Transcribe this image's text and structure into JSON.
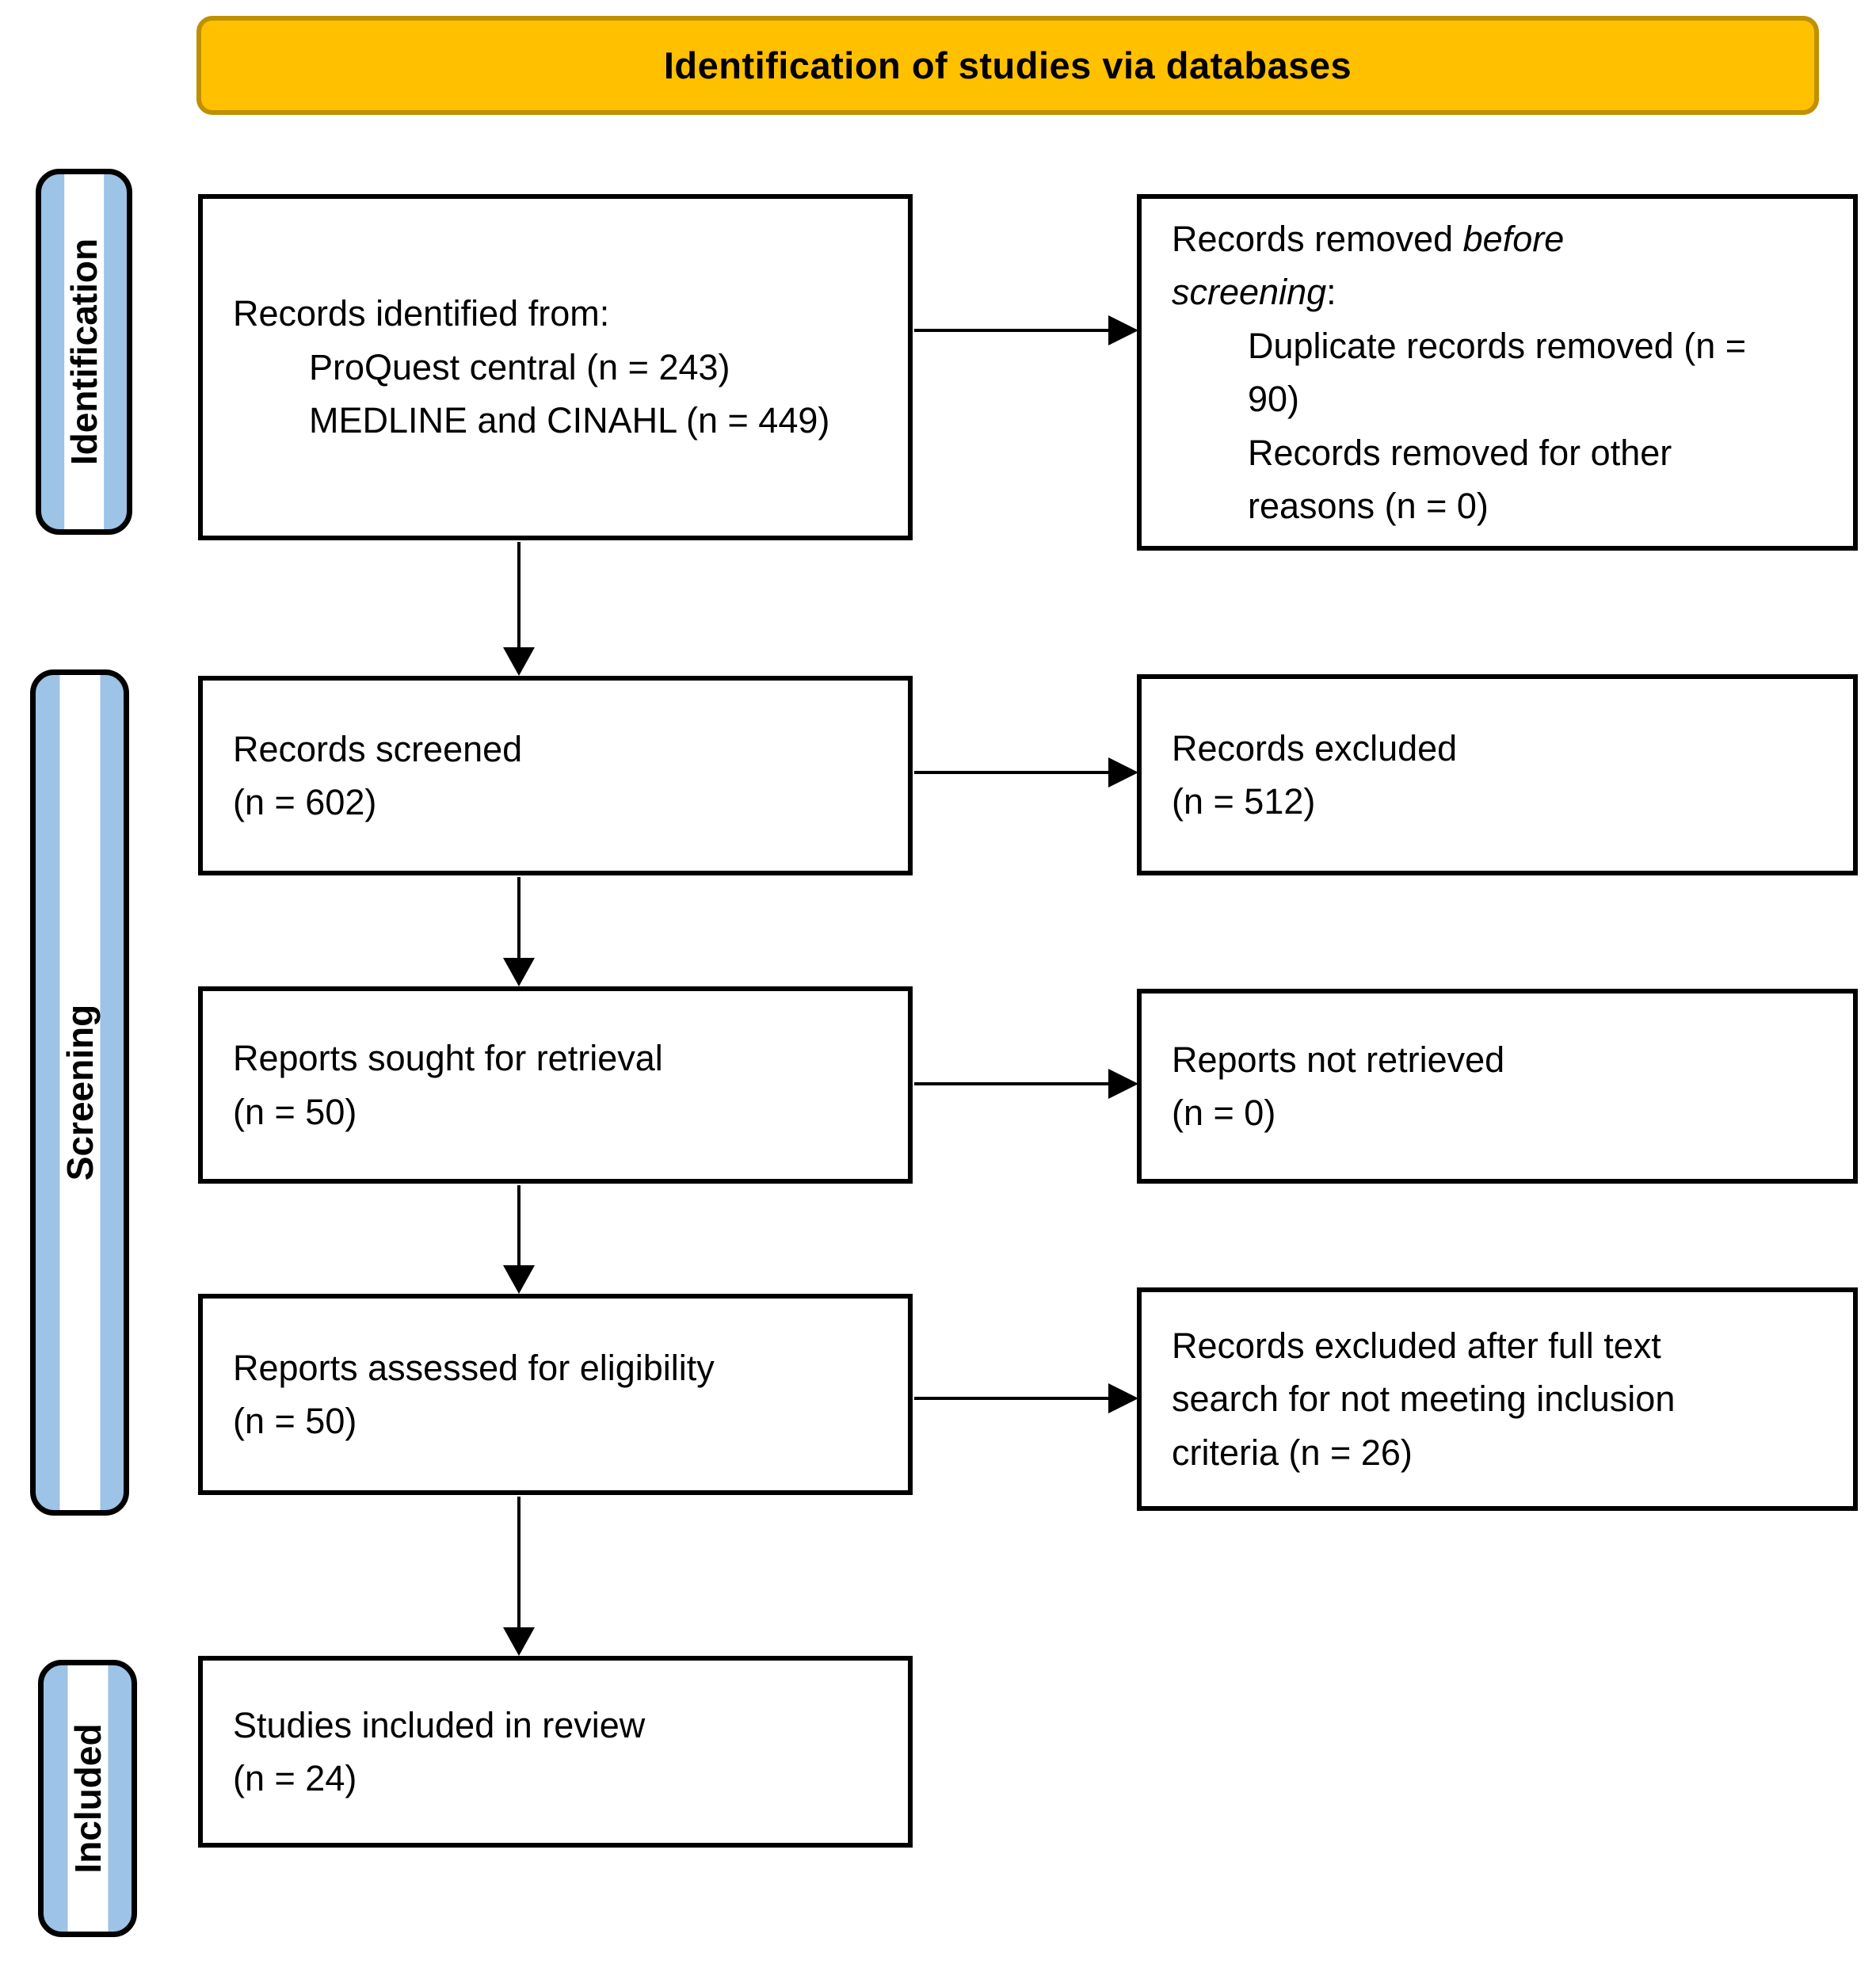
{
  "title": "Identification of studies via databases",
  "colors": {
    "banner_fill": "#FFC000",
    "banner_border": "#BF9000",
    "stage_fill": "#9DC3E6",
    "stage_stripe": "#FFFFFF",
    "box_border": "#000000"
  },
  "stages": [
    {
      "label": "Identification"
    },
    {
      "label": "Screening"
    },
    {
      "label": "Included"
    }
  ],
  "boxes": {
    "identified": {
      "heading": "Records identified from:",
      "items": [
        "ProQuest central (n = 243)",
        "MEDLINE and CINAHL (n = 449)"
      ]
    },
    "removed": {
      "heading_prefix": "Records removed ",
      "heading_italic": "before screening",
      "heading_suffix": ":",
      "items": [
        "Duplicate records removed (n = 90)",
        "Records removed for other reasons (n = 0)"
      ]
    },
    "screened": {
      "line1": "Records screened",
      "line2": "(n = 602)"
    },
    "excluded": {
      "line1": "Records excluded",
      "line2": "(n = 512)"
    },
    "sought": {
      "line1": "Reports sought for retrieval",
      "line2": "(n = 50)"
    },
    "not_retrieved": {
      "line1": "Reports not retrieved",
      "line2": "(n = 0)"
    },
    "assessed": {
      "line1": "Reports assessed for eligibility",
      "line2": "(n = 50)"
    },
    "excluded_fulltext": {
      "text": "Records excluded after full text search for not meeting inclusion criteria (n = 26)"
    },
    "included_review": {
      "line1": "Studies included in review",
      "line2": "(n = 24)"
    }
  }
}
